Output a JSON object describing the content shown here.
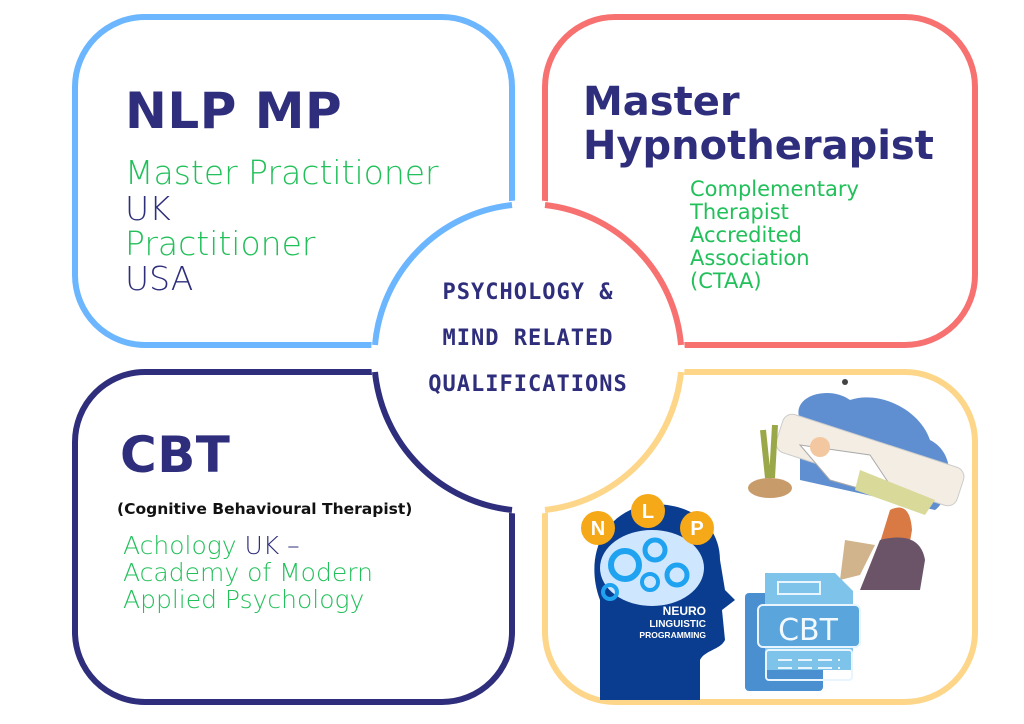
{
  "center": {
    "lines": [
      "PSYCHOLOGY &",
      "MIND RELATED",
      "QUALIFICATIONS"
    ]
  },
  "nlp": {
    "title": "NLP MP",
    "line1": "Master Practitioner",
    "line2": "UK",
    "line3": "Practitioner",
    "line4": "USA"
  },
  "hypno": {
    "title1": "Master",
    "title2": "Hypnotherapist",
    "lines": [
      "Complementary",
      "Therapist",
      "Accredited",
      "Association",
      "(CTAA)"
    ]
  },
  "cbt": {
    "title": "CBT",
    "subtitle": "(Cognitive Behavioural Therapist)",
    "line1a": "Achology",
    "line1b": " UK –",
    "line2": "Academy of Modern",
    "line3": "Applied Psychology"
  },
  "illustrations": {
    "nlp_logo": {
      "letters": [
        "N",
        "L",
        "P"
      ],
      "text": [
        "NEURO",
        "LINGUISTIC",
        "PROGRAMMING"
      ]
    },
    "cbt_file_icon": {
      "label": "CBT"
    }
  },
  "colors": {
    "blue": "#6bb6ff",
    "red": "#f87171",
    "navy": "#2e2e7c",
    "yellow": "#fdd68a",
    "green": "#22c05a"
  }
}
